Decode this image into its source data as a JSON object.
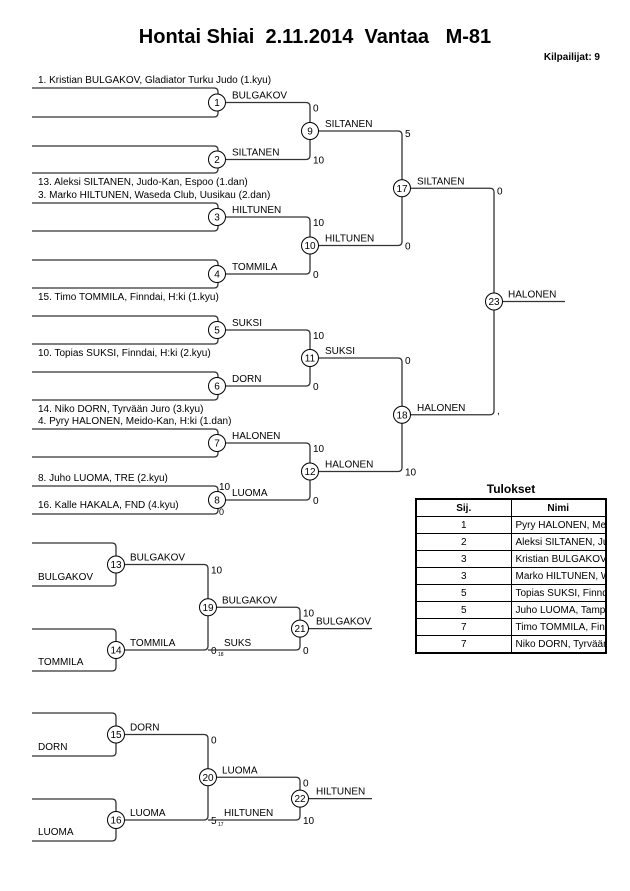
{
  "title": "Hontai Shiai  2.11.2014  Vantaa   M-81",
  "competitors_label": "Kilpailijat: 9",
  "main_bracket": {
    "round1": [
      {
        "match": "1",
        "top_entry": "1. Kristian BULGAKOV, Gladiator Turku Judo (1.kyu)",
        "bottom_entry": "",
        "winner": "BULGAKOV"
      },
      {
        "match": "2",
        "top_entry": "",
        "bottom_entry": "13. Aleksi SILTANEN, Judo-Kan, Espoo (1.dan)",
        "winner": "SILTANEN"
      },
      {
        "match": "3",
        "top_entry": "3. Marko HILTUNEN, Waseda Club, Uusikau (2.dan)",
        "bottom_entry": "",
        "winner": "HILTUNEN"
      },
      {
        "match": "4",
        "top_entry": "",
        "bottom_entry": "15. Timo TOMMILA, Finndai, H:ki (1.kyu)",
        "winner": "TOMMILA"
      },
      {
        "match": "5",
        "top_entry": "",
        "bottom_entry": "10. Topias SUKSI, Finndai, H:ki (2.kyu)",
        "winner": "SUKSI"
      },
      {
        "match": "6",
        "top_entry": "",
        "bottom_entry": "14. Niko DORN, Tyrvään Juro (3.kyu)",
        "winner": "DORN"
      },
      {
        "match": "7",
        "top_entry": "4. Pyry HALONEN, Meido-Kan, H:ki (1.dan)",
        "bottom_entry": "",
        "winner": "HALONEN"
      },
      {
        "match": "8",
        "top_entry": "8. Juho LUOMA, TRE (2.kyu)",
        "bottom_entry": "16. Kalle HAKALA, FND (4.kyu)",
        "winner": "LUOMA",
        "score_top": "10",
        "score_bottom": "0"
      }
    ],
    "round2": [
      {
        "match": "9",
        "winner": "SILTANEN",
        "score_top": "0",
        "score_bottom": "10"
      },
      {
        "match": "10",
        "winner": "HILTUNEN",
        "score_top": "10",
        "score_bottom": "0"
      },
      {
        "match": "11",
        "winner": "SUKSI",
        "score_top": "10",
        "score_bottom": "0"
      },
      {
        "match": "12",
        "winner": "HALONEN",
        "score_top": "10",
        "score_bottom": "0"
      }
    ],
    "round3": [
      {
        "match": "17",
        "winner": "SILTANEN",
        "score_top": "5",
        "score_bottom": "0"
      },
      {
        "match": "18",
        "winner": "HALONEN",
        "score_top": "0",
        "score_bottom": "10"
      }
    ],
    "final": {
      "match": "23",
      "winner": "HALONEN",
      "score_top": "0",
      "score_bottom": ","
    }
  },
  "repechage": [
    {
      "first": [
        {
          "match": "13",
          "entry": "BULGAKOV",
          "winner": "BULGAKOV"
        },
        {
          "match": "14",
          "entry": "TOMMILA",
          "winner": "TOMMILA"
        }
      ],
      "second": {
        "match": "19",
        "winner": "BULGAKOV",
        "score_top": "10",
        "score_bottom": "0",
        "note": "18"
      },
      "bronze": {
        "match": "21",
        "opponent": "SUKS",
        "winner": "BULGAKOV",
        "score_top": "10",
        "score_bottom": "0"
      }
    },
    {
      "first": [
        {
          "match": "15",
          "entry": "DORN",
          "winner": "DORN"
        },
        {
          "match": "16",
          "entry": "LUOMA",
          "winner": "LUOMA"
        }
      ],
      "second": {
        "match": "20",
        "winner": "LUOMA",
        "score_top": "0",
        "score_bottom": "5",
        "note": "17"
      },
      "bronze": {
        "match": "22",
        "opponent": "HILTUNEN",
        "winner": "HILTUNEN",
        "score_top": "0",
        "score_bottom": "10"
      }
    }
  ],
  "results": {
    "title": "Tulokset",
    "headers": [
      "Sij.",
      "Nimi"
    ],
    "rows": [
      {
        "place": "1",
        "name": "Pyry HALONEN, Meido-Kan, H:ki"
      },
      {
        "place": "2",
        "name": "Aleksi SILTANEN, Judo-Kan, Espoo"
      },
      {
        "place": "3",
        "name": "Kristian BULGAKOV, Gladiator Turku"
      },
      {
        "place": "3",
        "name": "Marko HILTUNEN, Waseda Club, Uusikau"
      },
      {
        "place": "5",
        "name": "Topias SUKSI, Finndai, H:ki"
      },
      {
        "place": "5",
        "name": "Juho LUOMA, Tampereen Judo"
      },
      {
        "place": "7",
        "name": "Timo TOMMILA, Finndai, H:ki"
      },
      {
        "place": "7",
        "name": "Niko DORN, Tyrvään Juro"
      }
    ]
  }
}
